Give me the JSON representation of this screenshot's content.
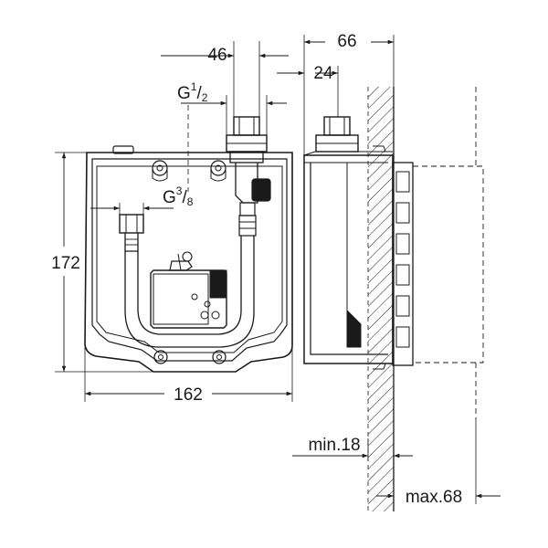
{
  "diagram": {
    "dimensions": {
      "width_top": "46",
      "depth": "66",
      "offset": "24",
      "height": "172",
      "width_bottom": "162",
      "min_wall": "min.18",
      "max_wall": "max.68"
    },
    "threads": {
      "outlet": {
        "base": "G",
        "numerator": "1",
        "denominator": "2"
      },
      "inlet": {
        "base": "G",
        "numerator": "3",
        "denominator": "8"
      }
    }
  }
}
